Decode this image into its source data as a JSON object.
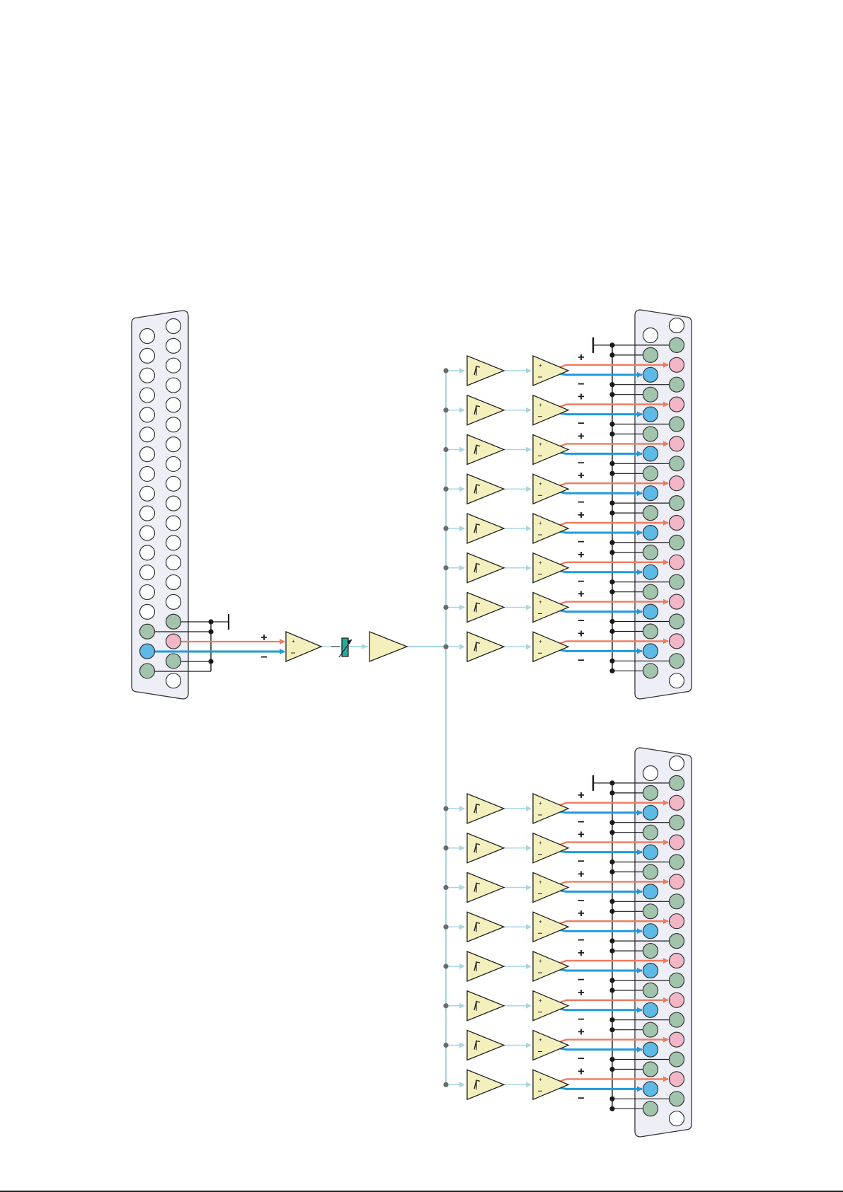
{
  "labels": {
    "plus": "+",
    "minus": "−"
  },
  "colors": {
    "background": "#ffffff",
    "connector_body": "#eeeef6",
    "connector_stroke": "#333333",
    "pin_empty": "#ffffff",
    "pin_ground": "#a3c4ac",
    "pin_positive": "#f2b6c6",
    "pin_negative": "#5db9e6",
    "wire_positive": "#f07a5e",
    "wire_negative": "#1e9ade",
    "signal_bus": "#a9d6e2",
    "wire_ground": "#1a1a1a",
    "amplifier_fill": "#f4f0bd",
    "attenuator_fill": "#2aa89a"
  },
  "diagram": {
    "input_connector": {
      "left_column_pins": 18,
      "right_column_pins": 19
    },
    "output_connectors": [
      {
        "name": "output-connector-top",
        "channels": 8
      },
      {
        "name": "output-connector-bottom",
        "channels": 8
      }
    ],
    "channels_per_bank": 8
  }
}
